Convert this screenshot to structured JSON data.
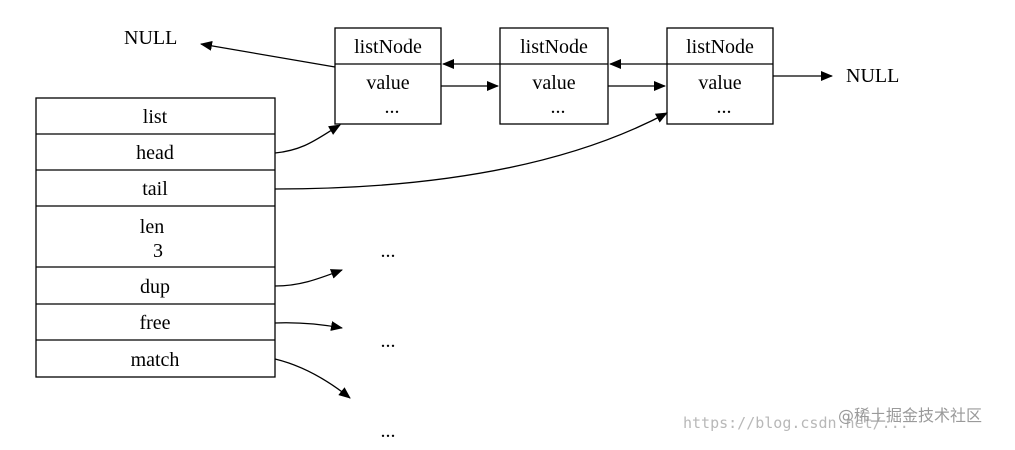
{
  "list_struct": {
    "title": "list",
    "fields": {
      "head": "head",
      "tail": "tail",
      "len_label": "len",
      "len_value": "3",
      "dup": "dup",
      "free": "free",
      "match": "match"
    }
  },
  "nodes": [
    {
      "title": "listNode",
      "value": "value",
      "more": "..."
    },
    {
      "title": "listNode",
      "value": "value",
      "more": "..."
    },
    {
      "title": "listNode",
      "value": "value",
      "more": "..."
    }
  ],
  "null_left": "NULL",
  "null_right": "NULL",
  "ellipses": {
    "dup_target": "...",
    "free_target": "...",
    "match_target": "..."
  },
  "watermark": {
    "url": "https://blog.csdn.net/...",
    "brand": "@稀土掘金技术社区"
  },
  "colors": {
    "stroke": "#000000",
    "background": "#ffffff",
    "watermark": "#b8b8b8"
  }
}
